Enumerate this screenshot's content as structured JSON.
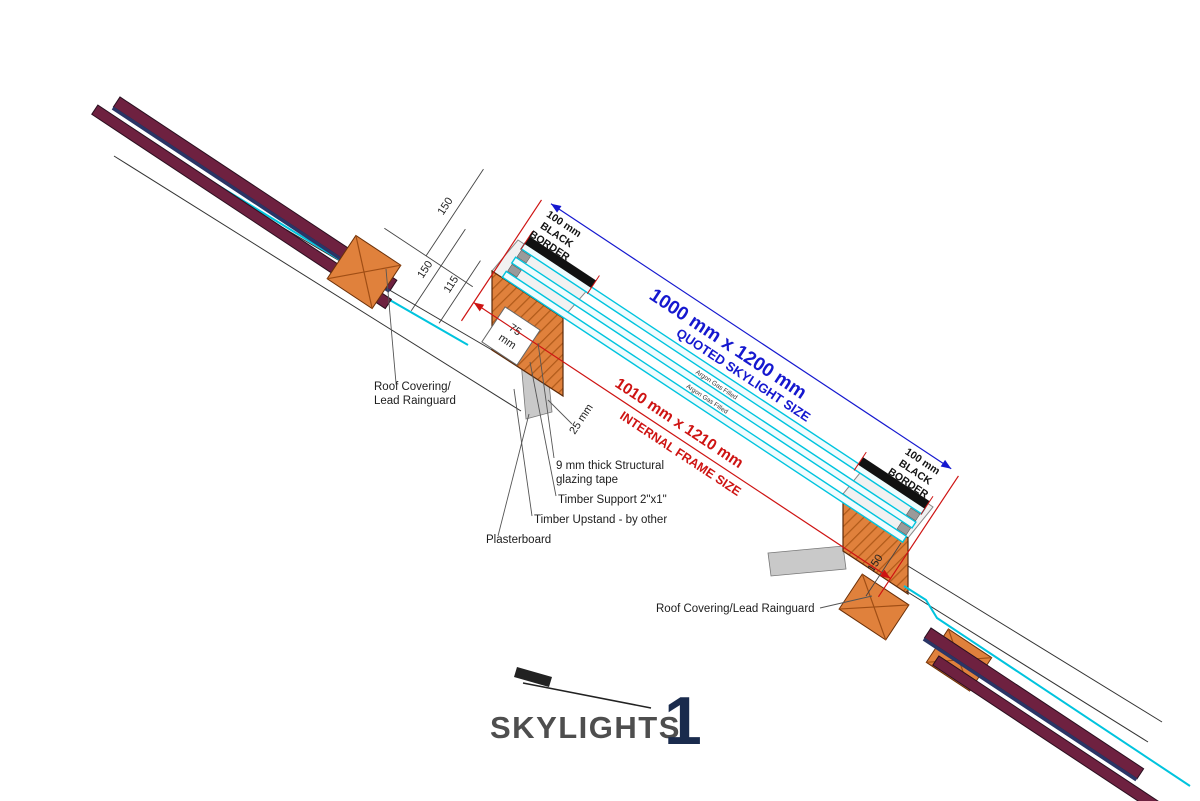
{
  "annotations": {
    "dim_150_a": "150",
    "dim_150_b": "150",
    "dim_115": "115",
    "dim_75_l1": "75",
    "dim_75_l2": "mm",
    "dim_25": "25 mm",
    "dim_150_right": "150",
    "black_border_top": {
      "l1": "100 mm",
      "l2": "BLACK",
      "l3": "BORDER"
    },
    "black_border_bottom": {
      "l1": "100 mm",
      "l2": "BLACK",
      "l3": "BORDER"
    },
    "quoted_size": {
      "value": "1000 mm x 1200 mm",
      "label": "QUOTED SKYLIGHT SIZE"
    },
    "internal_size": {
      "value": "1010 mm x 1210 mm",
      "label": "INTERNAL FRAME SIZE"
    },
    "argon_1": "Argon Gas Filled",
    "argon_2": "Argon Gas Filled",
    "callouts": {
      "roof_covering_left_l1": "Roof Covering/",
      "roof_covering_left_l2": "Lead Rainguard",
      "glazing_tape_l1": "9 mm thick Structural",
      "glazing_tape_l2": "glazing tape",
      "timber_support": "Timber Support 2\"x1\"",
      "timber_upstand": "Timber Upstand - by other",
      "plasterboard": "Plasterboard",
      "roof_covering_right": "Roof Covering/Lead Rainguard"
    }
  },
  "logo": {
    "wordmark": "SKYLIGHTS",
    "numeral": "1"
  },
  "colors": {
    "quoted_blue": "#1518cf",
    "internal_red": "#ce1312",
    "glass_cyan": "#00c4de",
    "timber_orange": "#e0813c",
    "roof_maroon": "#6e2140",
    "board_gray": "#c9c9c9",
    "logo_navy": "#1a2b4d",
    "logo_gray": "#4e4e4e"
  }
}
